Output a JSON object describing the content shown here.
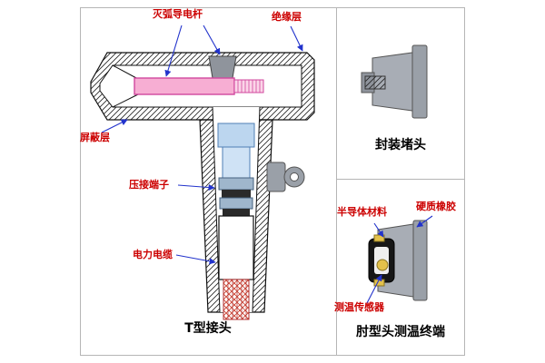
{
  "captions": {
    "t_joint": "T型接头",
    "plug": "封装堵头",
    "elbow": "肘型头测温终端"
  },
  "labels": {
    "arc_rod": "灭弧导电杆",
    "insulation_layer": "绝缘层",
    "shield_layer": "屏蔽层",
    "crimp_terminal": "压接端子",
    "power_cable": "电力电缆",
    "semiconductor": "半导体材料",
    "hard_rubber": "硬质橡胶",
    "temp_sensor": "测温传感器"
  },
  "colors": {
    "label_red": "#cc0000",
    "leader_blue": "#2233cc",
    "rod_pink": "#f7aed3",
    "terminal_blue": "#bcd6ef",
    "metal_gray": "#9aa0a8",
    "cable_red": "#cc4433",
    "panel_border": "#b5b5b5"
  }
}
